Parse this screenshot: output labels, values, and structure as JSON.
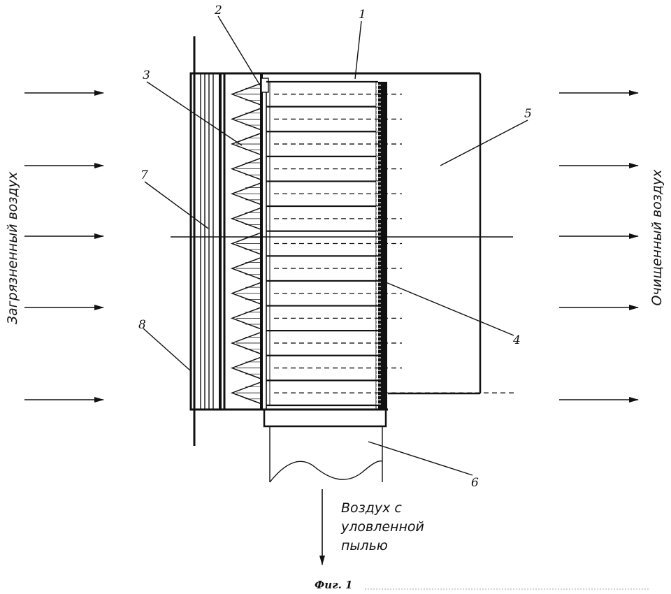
{
  "labels": {
    "n1": "1",
    "n2": "2",
    "n3": "3",
    "n4": "4",
    "n5": "5",
    "n6": "6",
    "n7": "7",
    "n8": "8"
  },
  "inlet_text": "Загрязненный воздух",
  "outlet_text": "Очищенный воздух",
  "dust_air_lines": [
    "Воздух с",
    "уловленной",
    "пылью"
  ],
  "caption": "Фиг. 1",
  "colors": {
    "ink": "#111111",
    "background": "#ffffff"
  }
}
